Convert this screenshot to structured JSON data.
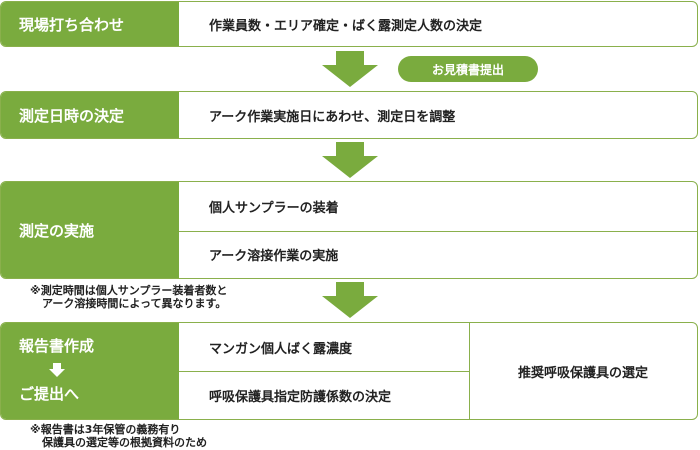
{
  "steps": [
    {
      "label": "現場打ち合わせ",
      "details": [
        "作業員数・エリア確定・ばく露測定人数の決定"
      ]
    },
    {
      "label": "測定日時の決定",
      "details": [
        "アーク作業実施日にあわせ、測定日を調整"
      ]
    },
    {
      "label": "測定の実施",
      "details": [
        "個人サンプラーの装着",
        "アーク溶接作業の実施"
      ]
    }
  ],
  "quote_badge": "お見積書提出",
  "note1": [
    "※測定時間は個人サンプラー装着者数と",
    "アーク溶接時間によって異なります。"
  ],
  "report": {
    "label_top": "報告書作成",
    "label_bottom": "ご提出へ",
    "details": [
      "マンガン個人ばく露濃度",
      "呼吸保護具指定防護係数の決定"
    ],
    "right": "推奨呼吸保護具の選定"
  },
  "note2": [
    "※報告書は3年保管の義務有り",
    "保護具の選定等の根拠資料のため"
  ],
  "colors": {
    "accent": "#7aab3e",
    "border": "#8ab04c"
  }
}
